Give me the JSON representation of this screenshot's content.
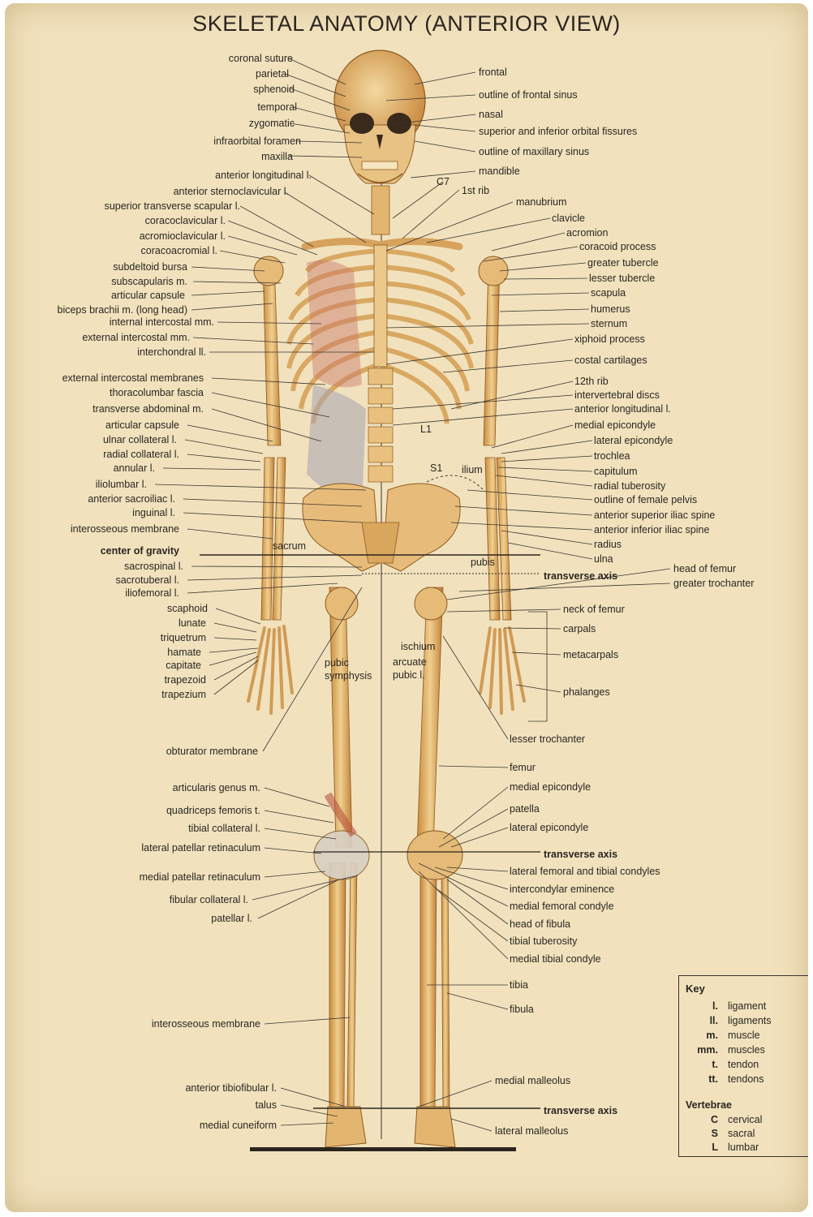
{
  "title": "SKELETAL ANATOMY (ANTERIOR VIEW)",
  "labels": {
    "coronal_suture": "coronal suture",
    "parietal": "parietal",
    "sphenoid": "sphenoid",
    "temporal": "temporal",
    "zygomatic": "zygomatic",
    "infraorbital_foramen": "infraorbital foramen",
    "maxilla": "maxilla",
    "anterior_longitudinal": "anterior longitudinal l.",
    "anterior_sternoclavicular": "anterior sternoclavicular l.",
    "superior_transverse_scapular": "superior transverse scapular l.",
    "coracoclavicular": "coracoclavicular l.",
    "acromioclavicular": "acromioclavicular l.",
    "coracoacromial": "coracoacromial l.",
    "subdeltoid_bursa": "subdeltoid bursa",
    "subscapularis": "subscapularis m.",
    "articular_capsule": "articular capsule",
    "biceps_brachii": "biceps brachii m. (long head)",
    "internal_intercostal": "internal intercostal mm.",
    "external_intercostal_mm": "external intercostal mm.",
    "interchondral": "interchondral ll.",
    "external_intercostal_membranes": "external intercostal membranes",
    "thoracolumbar_fascia": "thoracolumbar fascia",
    "transverse_abdominal": "transverse abdominal m.",
    "articular_capsule_2": "articular capsule",
    "ulnar_collateral": "ulnar collateral l.",
    "radial_collateral": "radial collateral l.",
    "annular": "annular l.",
    "iliolumbar": "iliolumbar l.",
    "anterior_sacroiliac": "anterior sacroiliac l.",
    "inguinal": "inguinal l.",
    "interosseous_membrane": "interosseous membrane",
    "center_of_gravity": "center of gravity",
    "sacrospinal": "sacrospinal l.",
    "sacrotuberal": "sacrotuberal l.",
    "iliofemoral": "iliofemoral l.",
    "scaphoid": "scaphoid",
    "lunate": "lunate",
    "triquetrum": "triquetrum",
    "hamate": "hamate",
    "capitate": "capitate",
    "trapezoid": "trapezoid",
    "trapezium": "trapezium",
    "obturator_membrane": "obturator membrane",
    "articularis_genus": "articularis genus m.",
    "quadriceps_femoris": "quadriceps femoris t.",
    "tibial_collateral": "tibial collateral l.",
    "lateral_patellar_retinaculum": "lateral patellar retinaculum",
    "medial_patellar_retinaculum": "medial patellar retinaculum",
    "fibular_collateral": "fibular collateral l.",
    "patellar": "patellar l.",
    "interosseous_membrane_2": "interosseous membrane",
    "anterior_tibiofibular": "anterior tibiofibular l.",
    "talus": "talus",
    "medial_cuneiform": "medial cuneiform",
    "frontal": "frontal",
    "outline_frontal_sinus": "outline of frontal sinus",
    "nasal": "nasal",
    "orbital_fissures": "superior and inferior orbital fissures",
    "outline_maxillary_sinus": "outline of maxillary sinus",
    "mandible": "mandible",
    "c7": "C7",
    "first_rib": "1st rib",
    "manubrium": "manubrium",
    "clavicle": "clavicle",
    "acromion": "acromion",
    "coracoid_process": "coracoid process",
    "greater_tubercle": "greater tubercle",
    "lesser_tubercle": "lesser tubercle",
    "scapula": "scapula",
    "humerus": "humerus",
    "sternum": "sternum",
    "xiphoid_process": "xiphoid process",
    "costal_cartilages": "costal cartilages",
    "twelfth_rib": "12th rib",
    "intervertebral_discs": "intervertebral discs",
    "anterior_longitudinal_r": "anterior longitudinal l.",
    "medial_epicondyle": "medial epicondyle",
    "lateral_epicondyle": "lateral epicondyle",
    "trochlea": "trochlea",
    "capitulum": "capitulum",
    "radial_tuberosity": "radial tuberosity",
    "outline_female_pelvis": "outline of female pelvis",
    "anterior_superior_iliac": "anterior superior iliac spine",
    "anterior_inferior_iliac": "anterior inferior iliac spine",
    "radius": "radius",
    "ulna": "ulna",
    "l1": "L1",
    "s1": "S1",
    "ilium": "ilium",
    "sacrum": "sacrum",
    "pubis": "pubis",
    "pubic_symphysis": "pubic symphysis",
    "ischium": "ischium",
    "arcuate_pubic": "arcuate pubic l.",
    "head_of_femur": "head of femur",
    "greater_trochanter": "greater trochanter",
    "transverse_axis": "transverse axis",
    "neck_of_femur": "neck of femur",
    "carpals": "carpals",
    "metacarpals": "metacarpals",
    "phalanges": "phalanges",
    "lesser_trochanter": "lesser trochanter",
    "femur": "femur",
    "medial_epicondyle_knee": "medial epicondyle",
    "patella": "patella",
    "lateral_epicondyle_knee": "lateral epicondyle",
    "transverse_axis_knee": "transverse axis",
    "lateral_femoral_condyles": "lateral femoral and tibial condyles",
    "intercondylar_eminence": "intercondylar eminence",
    "medial_femoral_condyle": "medial femoral condyle",
    "head_of_fibula": "head of fibula",
    "tibial_tuberosity": "tibial tuberosity",
    "medial_tibial_condyle": "medial tibial condyle",
    "tibia": "tibia",
    "fibula": "fibula",
    "medial_malleolus": "medial malleolus",
    "transverse_axis_ankle": "transverse axis",
    "lateral_malleolus": "lateral malleolus"
  },
  "key": {
    "title": "Key",
    "entries": [
      {
        "abbr": "l.",
        "meaning": "ligament"
      },
      {
        "abbr": "ll.",
        "meaning": "ligaments"
      },
      {
        "abbr": "m.",
        "meaning": "muscle"
      },
      {
        "abbr": "mm.",
        "meaning": "muscles"
      },
      {
        "abbr": "t.",
        "meaning": "tendon"
      },
      {
        "abbr": "tt.",
        "meaning": "tendons"
      }
    ],
    "vertebrae_title": "Vertebrae",
    "vertebrae": [
      {
        "abbr": "C",
        "meaning": "cervical"
      },
      {
        "abbr": "S",
        "meaning": "sacral"
      },
      {
        "abbr": "L",
        "meaning": "lumbar"
      }
    ]
  }
}
